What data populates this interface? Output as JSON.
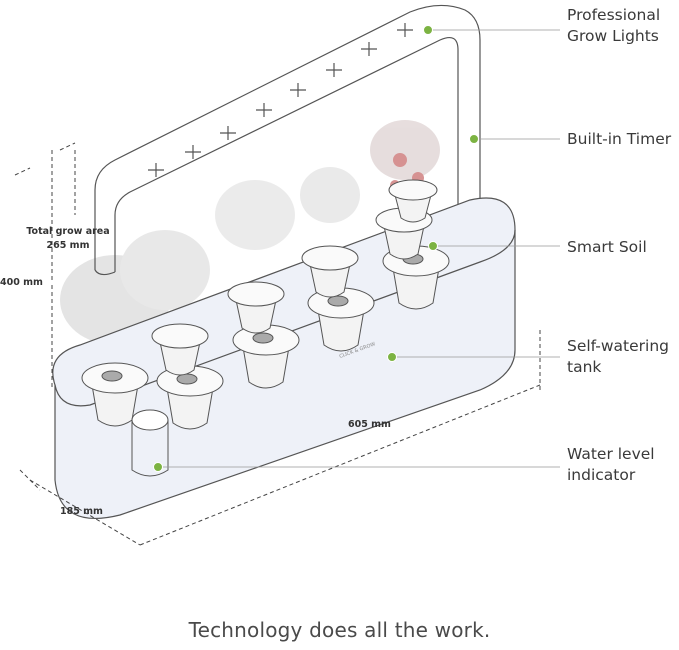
{
  "callouts": [
    {
      "id": "grow-lights",
      "label": "Professional\nGrow Lights"
    },
    {
      "id": "timer",
      "label": "Built-in Timer"
    },
    {
      "id": "smart-soil",
      "label": "Smart Soil"
    },
    {
      "id": "tank",
      "label": "Self-watering\ntank"
    },
    {
      "id": "water-level",
      "label": "Water level\nindicator"
    }
  ],
  "dimensions": {
    "grow_area": "Total grow area\n265 mm",
    "height": "400 mm",
    "length": "605 mm",
    "depth": "185 mm"
  },
  "device_text": "CLICK & GROW",
  "tagline": "Technology does all the work.",
  "colors": {
    "accent_green": "#7cb342",
    "line": "#555555",
    "tank_fill": "#eef1f8",
    "plant_gray": "#c9c9c9",
    "plant_red": "#b53a3a"
  }
}
